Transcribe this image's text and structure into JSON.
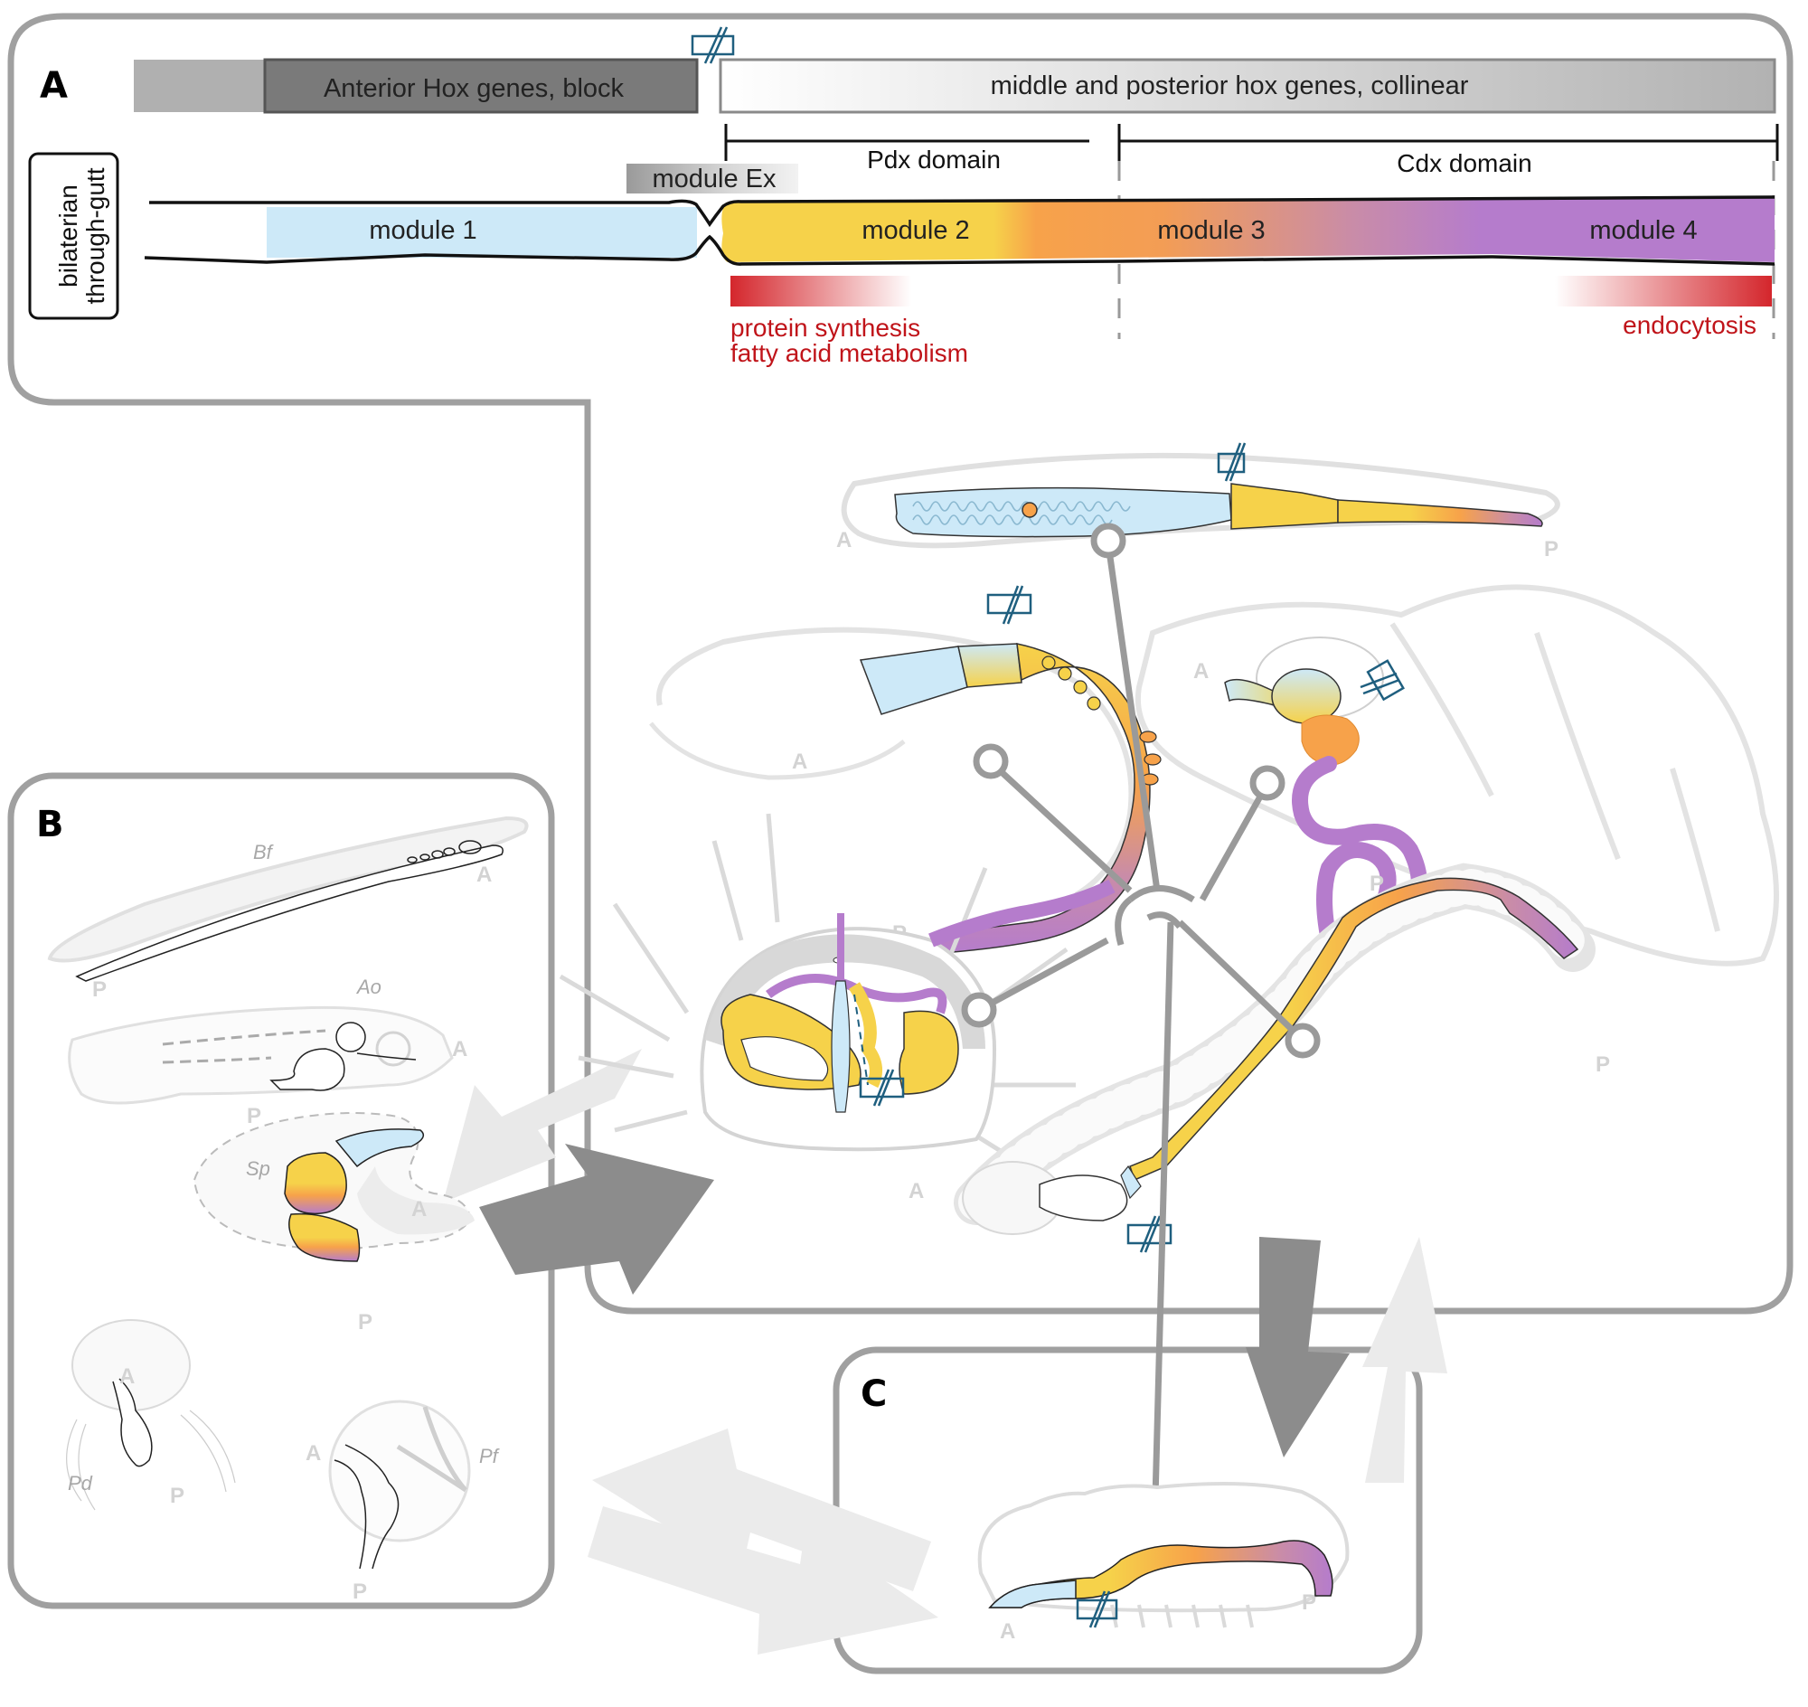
{
  "panels": {
    "a": {
      "letter": "A"
    },
    "b": {
      "letter": "B"
    },
    "c": {
      "letter": "C"
    }
  },
  "hox": {
    "anterior_label": "Anterior Hox genes, block",
    "posterior_label": "middle and posterior hox genes, collinear"
  },
  "domains": {
    "pdx": "Pdx domain",
    "cdx": "Cdx domain"
  },
  "gut": {
    "side_label_line1": "bilaterian",
    "side_label_line2": "through-gutt",
    "module_ex": "module Ex",
    "modules": [
      "module 1",
      "module 2",
      "module 3",
      "module 4"
    ]
  },
  "functions": {
    "anterior_line1": "protein synthesis",
    "anterior_line2": "fatty acid metabolism",
    "posterior": "endocytosis"
  },
  "axis": {
    "anterior": "A",
    "posterior": "P"
  },
  "species": {
    "bf": "Bf",
    "ao": "Ao",
    "sp": "Sp",
    "pd": "Pd",
    "pf": "Pf"
  },
  "colors": {
    "module1": "#cde9f8",
    "module2": "#f6d24a",
    "module3": "#f7a24a",
    "module4": "#b57ccc",
    "function_red": "#d4262c",
    "panel_border": "#999999",
    "arrow_dark": "#8c8c8c",
    "arrow_light": "#e6e6e6",
    "break_symbol": "#1f5f7f"
  }
}
